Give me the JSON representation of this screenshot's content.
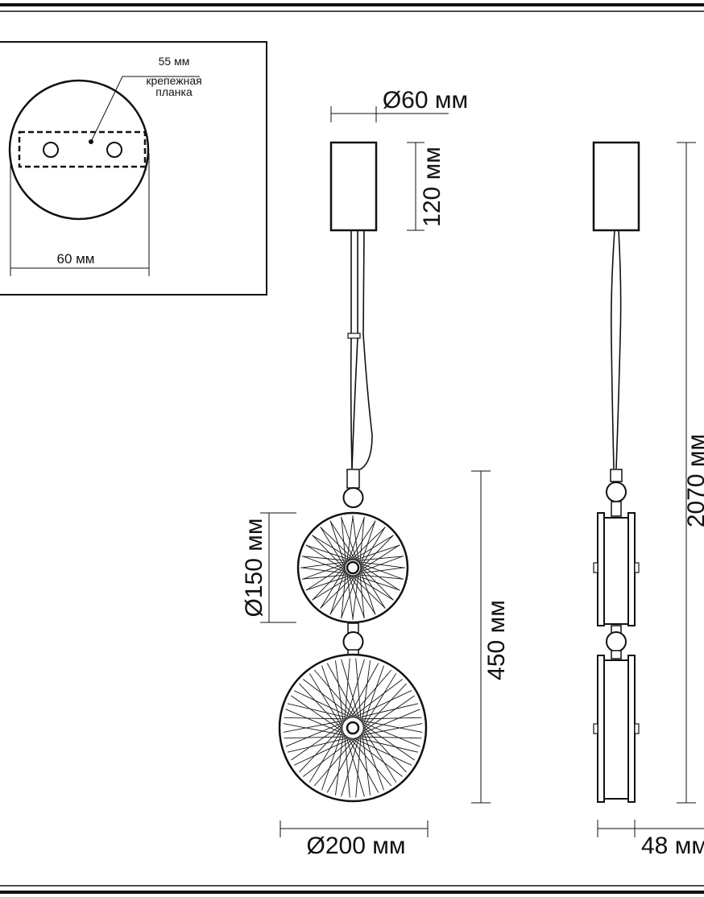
{
  "inset": {
    "bracket_length": "55 мм",
    "bracket_label_line1": "крепежная",
    "bracket_label_line2": "планка",
    "canopy_width": "60 мм"
  },
  "front_view": {
    "canopy_diameter": "Ø60 мм",
    "canopy_height": "120 мм",
    "small_disc_diameter": "Ø150 мм",
    "large_disc_diameter": "Ø200 мм",
    "pendant_height": "450 мм"
  },
  "side_view": {
    "total_height": "2070 мм",
    "depth": "48 мм"
  },
  "colors": {
    "line": "#111111",
    "background": "#ffffff"
  }
}
